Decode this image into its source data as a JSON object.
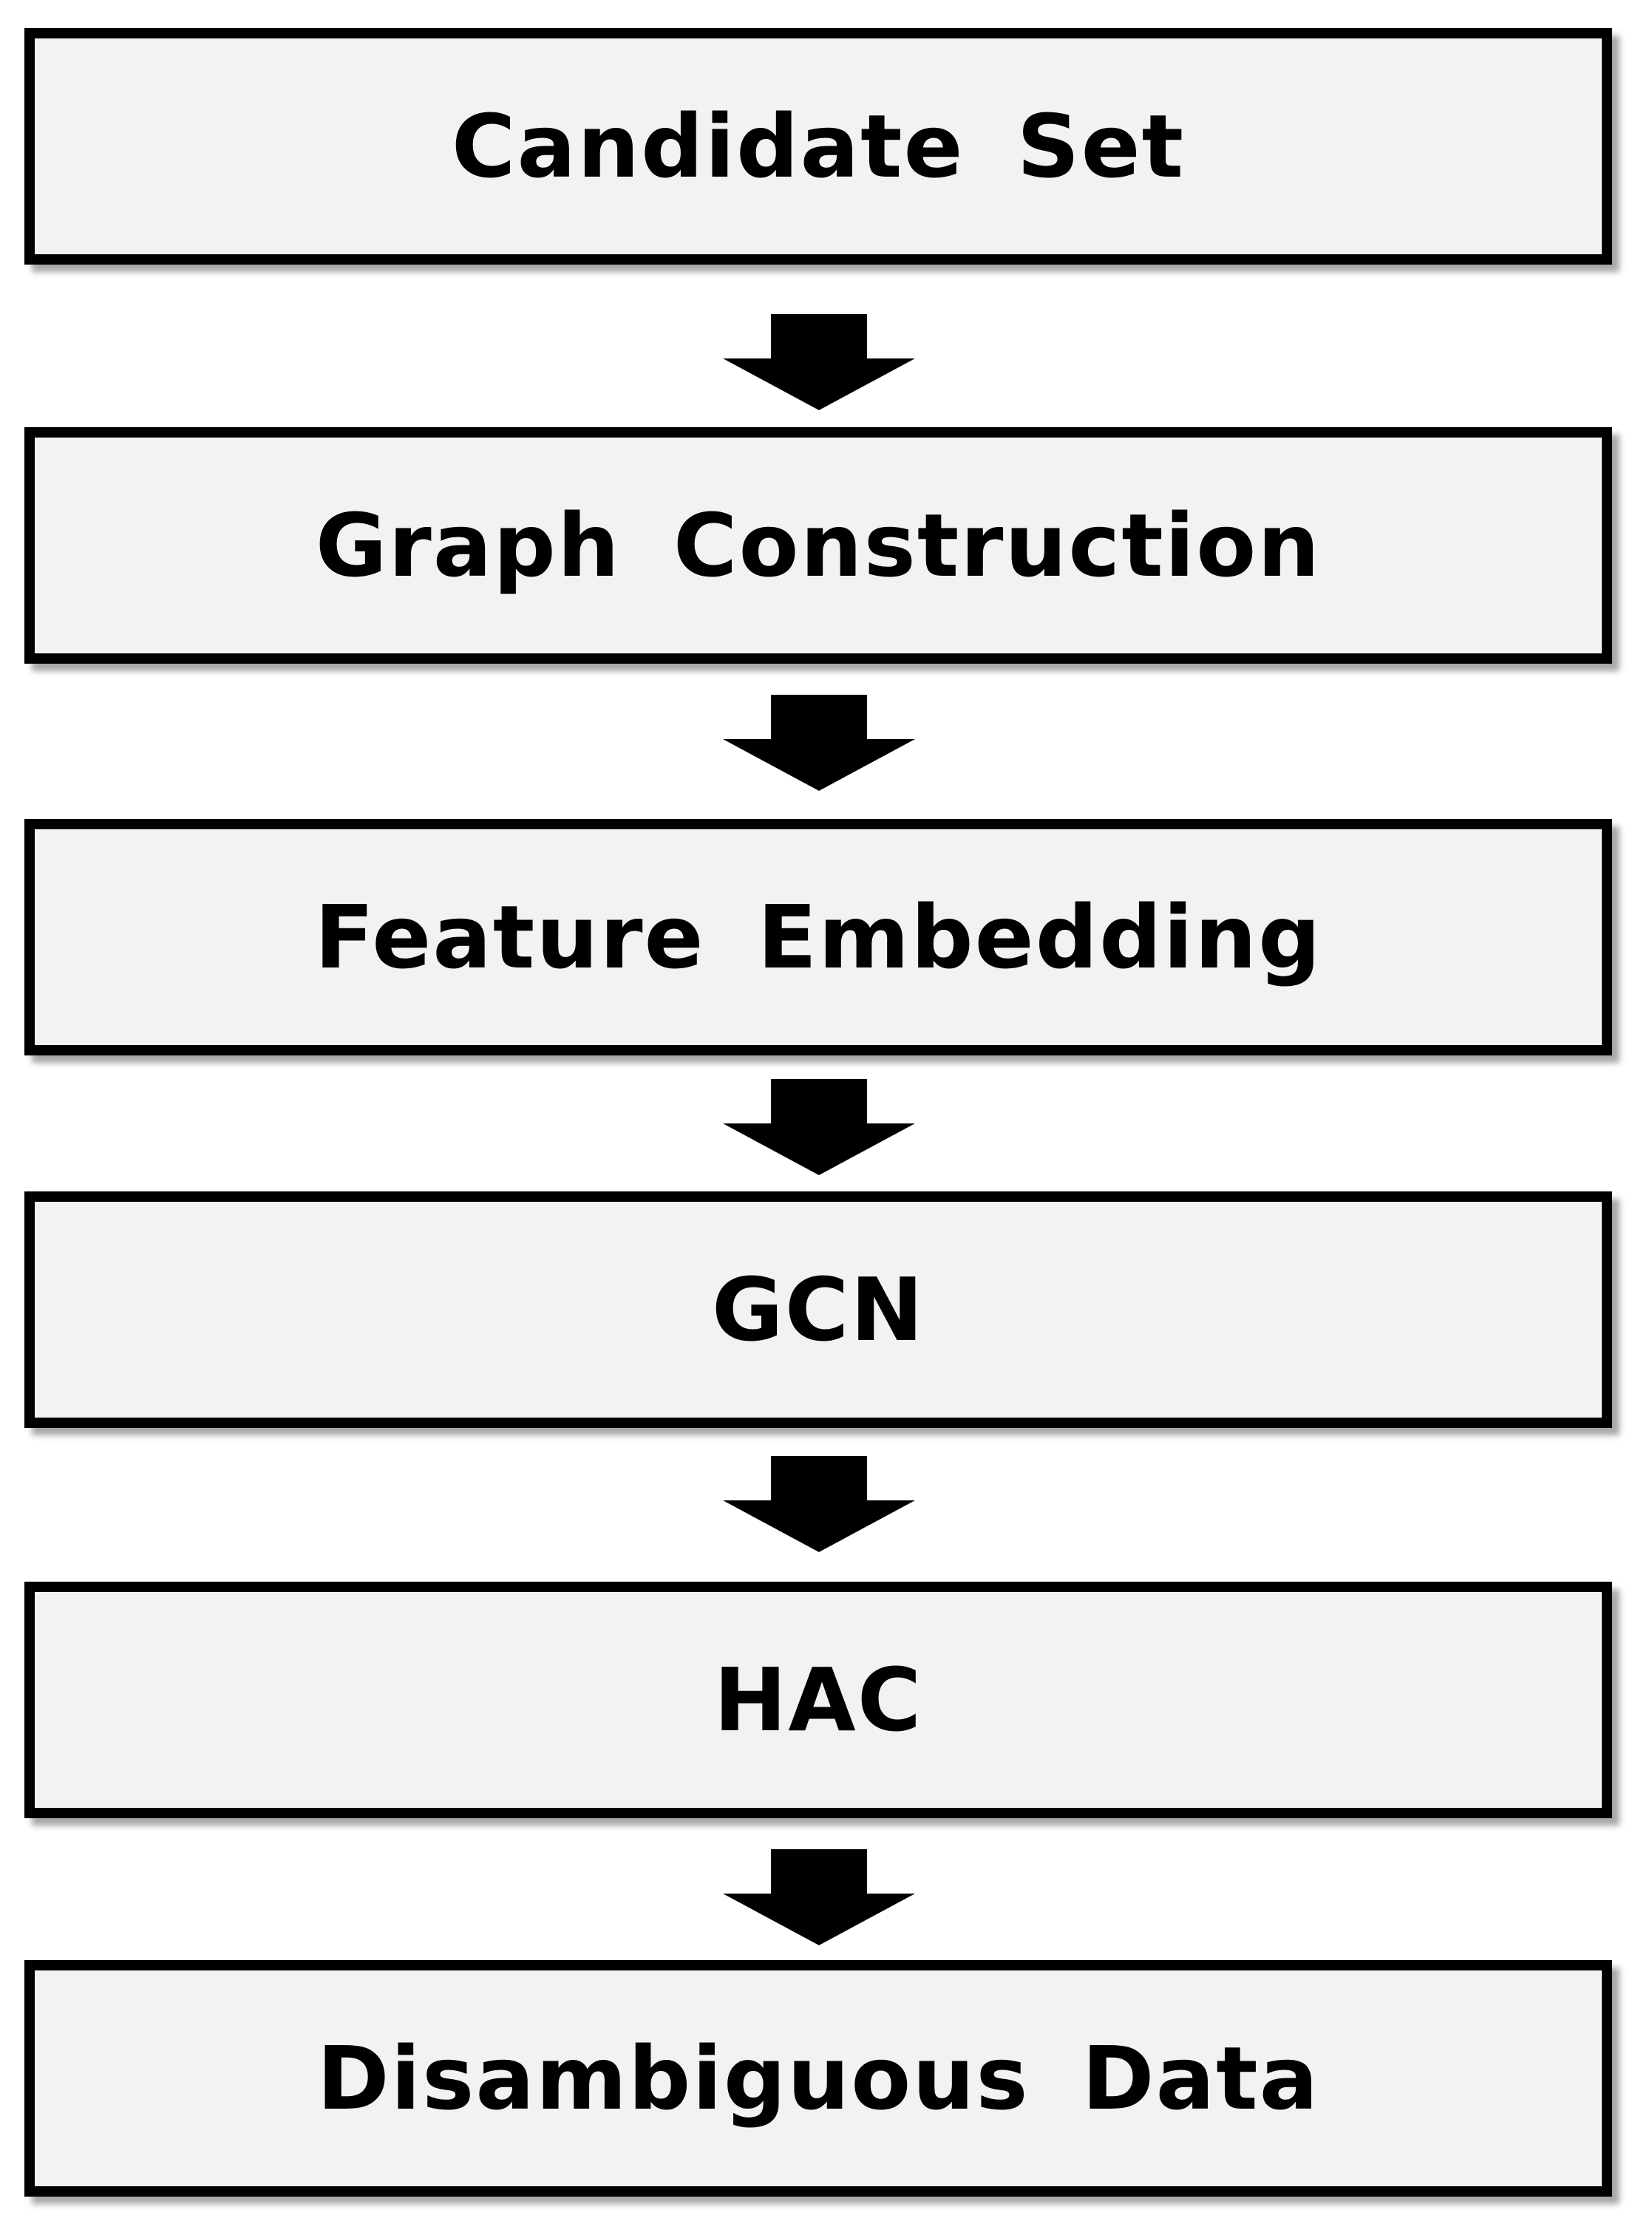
{
  "steps": [
    {
      "label": "Candidate Set"
    },
    {
      "label": "Graph Construction"
    },
    {
      "label": "Feature Embedding"
    },
    {
      "label": "GCN"
    },
    {
      "label": "HAC"
    },
    {
      "label": "Disambiguous Data"
    }
  ],
  "colors": {
    "box_fill": "#f2f2f2",
    "box_border": "#000000",
    "arrow": "#000000",
    "text": "#000000"
  },
  "icons": {
    "arrow": "arrow-down-icon"
  }
}
